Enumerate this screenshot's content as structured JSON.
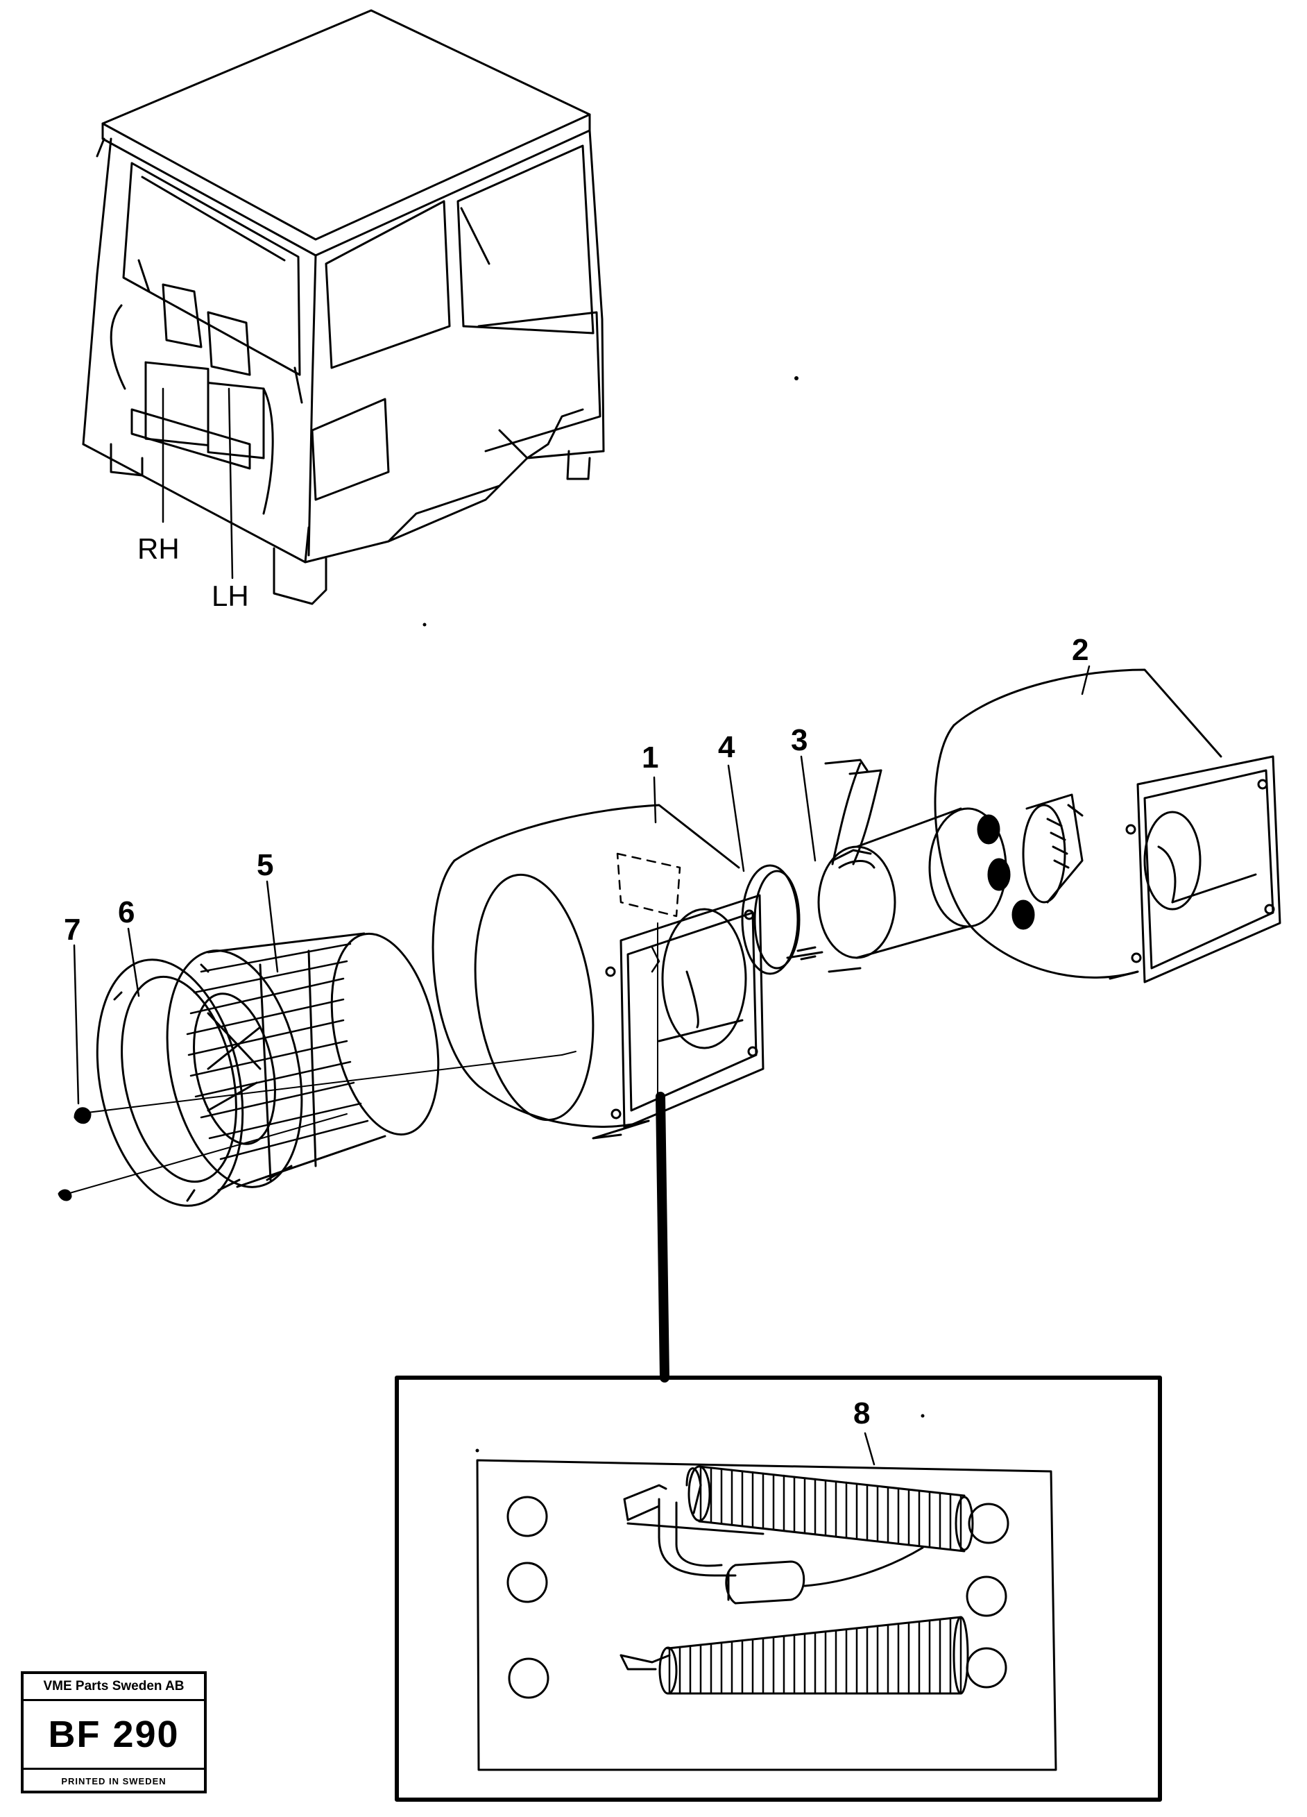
{
  "cab_labels": {
    "rh": "RH",
    "lh": "LH"
  },
  "callouts": [
    "1",
    "2",
    "3",
    "4",
    "5",
    "6",
    "7",
    "8"
  ],
  "title_block": {
    "company": "VME Parts Sweden AB",
    "code": "BF 290",
    "printed": "PRINTED IN SWEDEN"
  }
}
